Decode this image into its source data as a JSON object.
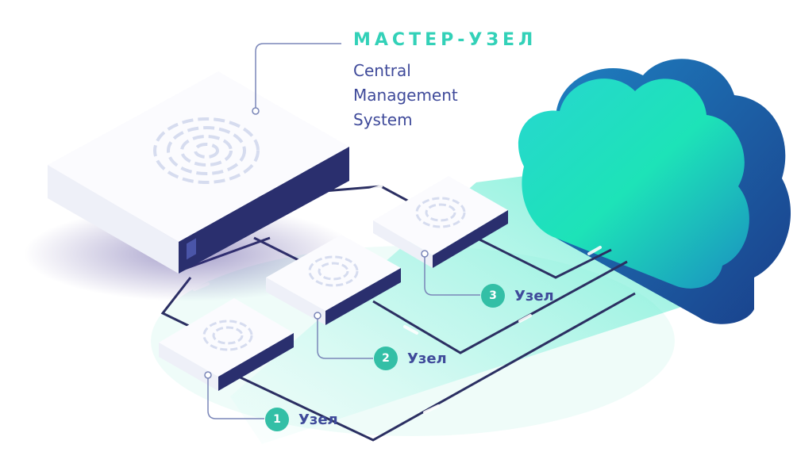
{
  "master": {
    "title": "МАСТЕР-УЗЕЛ",
    "subtitle_lines": [
      "Central",
      "Management",
      "System"
    ]
  },
  "nodes": [
    {
      "number": "1",
      "label": "Узел"
    },
    {
      "number": "2",
      "label": "Узел"
    },
    {
      "number": "3",
      "label": "Узел"
    }
  ],
  "colors": {
    "title": "#33d1b8",
    "subtitle": "#3f4a9a",
    "badge": "#33bfa6",
    "node_label": "#3f4a9a",
    "wire": "#2b2f62",
    "cloud_dark": "#1b5ea6",
    "cloud_light": "#25e0c2"
  }
}
